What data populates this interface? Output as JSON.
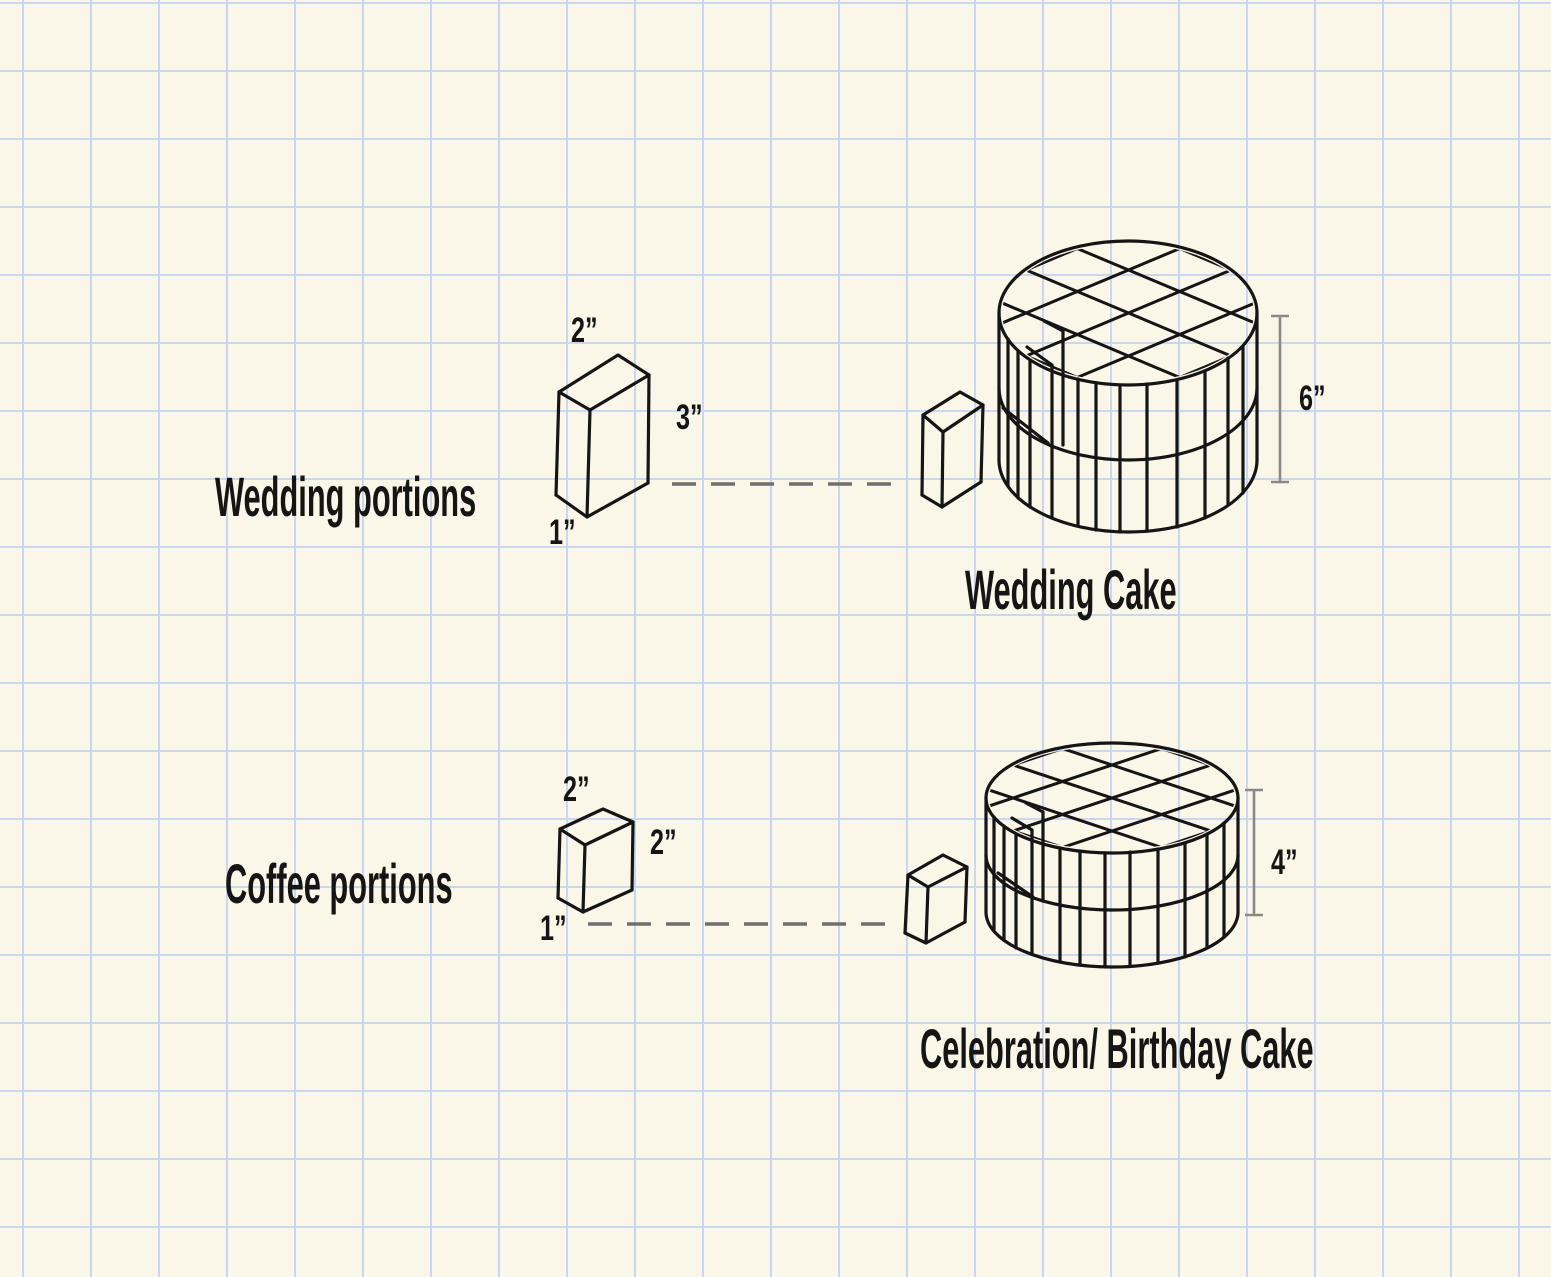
{
  "colors": {
    "paper": "#FAF7E9",
    "grid_line": "#C7D9F2",
    "ink": "#151515",
    "muted_gray": "#7B7B7B"
  },
  "wedding": {
    "section_label": "Wedding portions",
    "cake_label": "Wedding Cake",
    "portion_width": "2”",
    "portion_height": "3”",
    "portion_depth": "1”",
    "cake_height": "6”"
  },
  "coffee": {
    "section_label": "Coffee portions",
    "cake_label": "Celebration/ Birthday Cake",
    "portion_width": "2”",
    "portion_height": "2”",
    "portion_depth": "1”",
    "cake_height": "4”"
  }
}
